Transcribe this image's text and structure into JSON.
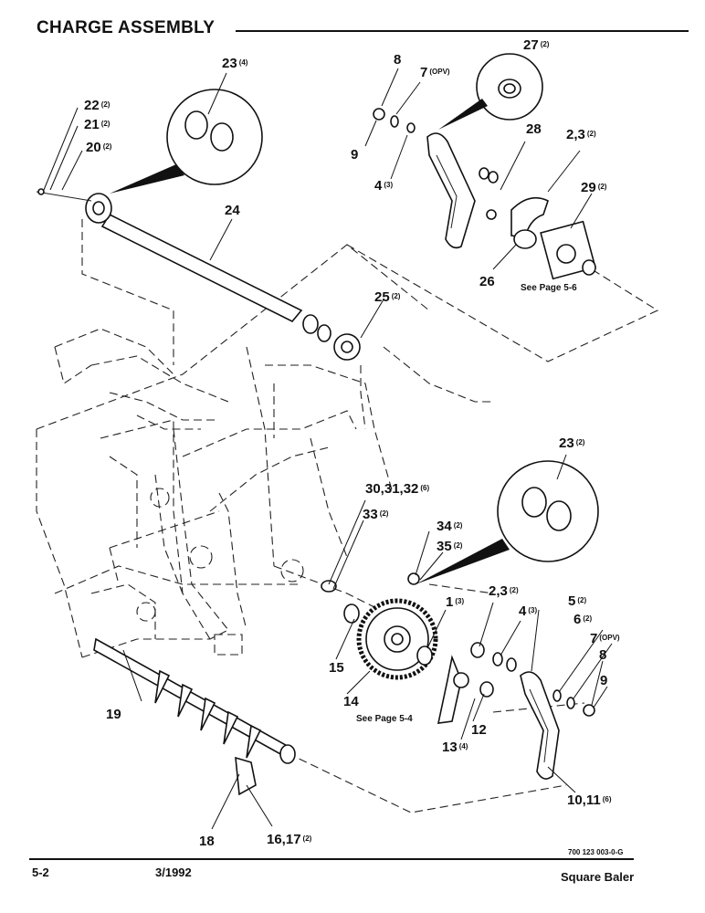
{
  "page": {
    "title": "CHARGE ASSEMBLY",
    "page_number": "5-2",
    "date": "3/1992",
    "product": "Square Baler",
    "doc_number": "700 123 003-0-G"
  },
  "callouts": [
    {
      "id": "c23a",
      "num": "23",
      "qty": "(4)"
    },
    {
      "id": "c8a",
      "num": "8",
      "qty": ""
    },
    {
      "id": "c7a",
      "num": "7",
      "qty": "(OPV)"
    },
    {
      "id": "c27",
      "num": "27",
      "qty": "(2)"
    },
    {
      "id": "c22",
      "num": "22",
      "qty": "(2)"
    },
    {
      "id": "c21",
      "num": "21",
      "qty": "(2)"
    },
    {
      "id": "c20",
      "num": "20",
      "qty": "(2)"
    },
    {
      "id": "c9a",
      "num": "9",
      "qty": ""
    },
    {
      "id": "c28",
      "num": "28",
      "qty": ""
    },
    {
      "id": "c23b_top",
      "num": "2,3",
      "qty": "(2)"
    },
    {
      "id": "c4a",
      "num": "4",
      "qty": "(3)"
    },
    {
      "id": "c29",
      "num": "29",
      "qty": "(2)"
    },
    {
      "id": "c24",
      "num": "24",
      "qty": ""
    },
    {
      "id": "c26",
      "num": "26",
      "qty": ""
    },
    {
      "id": "c25",
      "num": "25",
      "qty": "(2)"
    },
    {
      "id": "c23c",
      "num": "23",
      "qty": "(2)"
    },
    {
      "id": "c30",
      "num": "30,31,32",
      "qty": "(6)"
    },
    {
      "id": "c33",
      "num": "33",
      "qty": "(2)"
    },
    {
      "id": "c34",
      "num": "34",
      "qty": "(2)"
    },
    {
      "id": "c35",
      "num": "35",
      "qty": "(2)"
    },
    {
      "id": "c1",
      "num": "1",
      "qty": "(3)"
    },
    {
      "id": "c23d",
      "num": "2,3",
      "qty": "(2)"
    },
    {
      "id": "c5",
      "num": "5",
      "qty": "(2)"
    },
    {
      "id": "c4b",
      "num": "4",
      "qty": "(3)"
    },
    {
      "id": "c6",
      "num": "6",
      "qty": "(2)"
    },
    {
      "id": "c7b",
      "num": "7",
      "qty": "(OPV)"
    },
    {
      "id": "c15",
      "num": "15",
      "qty": ""
    },
    {
      "id": "c8b",
      "num": "8",
      "qty": ""
    },
    {
      "id": "c9b",
      "num": "9",
      "qty": ""
    },
    {
      "id": "c14",
      "num": "14",
      "qty": ""
    },
    {
      "id": "c19",
      "num": "19",
      "qty": ""
    },
    {
      "id": "c12",
      "num": "12",
      "qty": ""
    },
    {
      "id": "c13",
      "num": "13",
      "qty": "(4)"
    },
    {
      "id": "c10",
      "num": "10,11",
      "qty": "(6)"
    },
    {
      "id": "c18",
      "num": "18",
      "qty": ""
    },
    {
      "id": "c16",
      "num": "16,17",
      "qty": "(2)"
    }
  ],
  "page_refs": {
    "ref_5_6": "See Page 5-6",
    "ref_5_4": "See Page 5-4"
  }
}
